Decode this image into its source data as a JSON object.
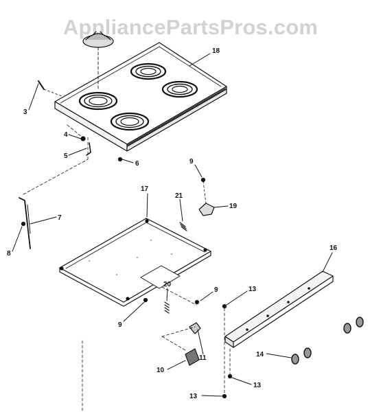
{
  "watermark": "AppliancePartsPros.com",
  "labels": {
    "p3": "3",
    "p4": "4",
    "p5": "5",
    "p6": "6",
    "p7": "7",
    "p8": "8",
    "p9a": "9",
    "p9b": "9",
    "p9c": "9",
    "p10": "10",
    "p11": "11",
    "p13a": "13",
    "p13b": "13",
    "p13c": "13",
    "p14": "14",
    "p16": "16",
    "p17": "17",
    "p18": "18",
    "p19": "19",
    "p20": "20",
    "p21": "21"
  }
}
